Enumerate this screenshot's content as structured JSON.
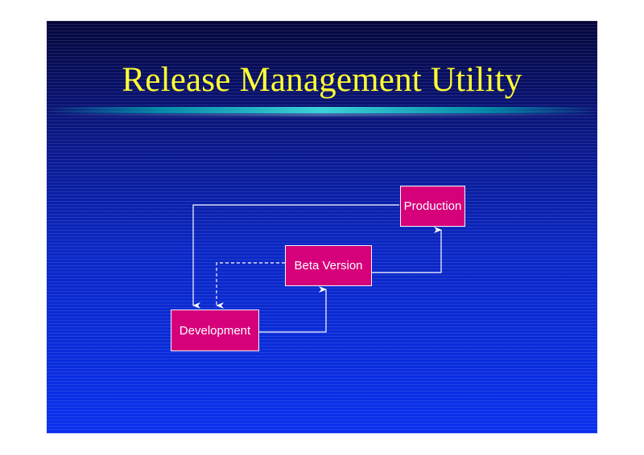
{
  "slide": {
    "title": "Release Management Utility"
  },
  "diagram": {
    "nodes": {
      "production": "Production",
      "beta": "Beta Version",
      "development": "Development"
    }
  },
  "colors": {
    "title": "#ffff33",
    "box_fill": "#d6007a",
    "box_border": "#f2f2ff",
    "line": "#ffffff",
    "background_top": "#04063a",
    "background_bottom": "#0a30ee"
  }
}
